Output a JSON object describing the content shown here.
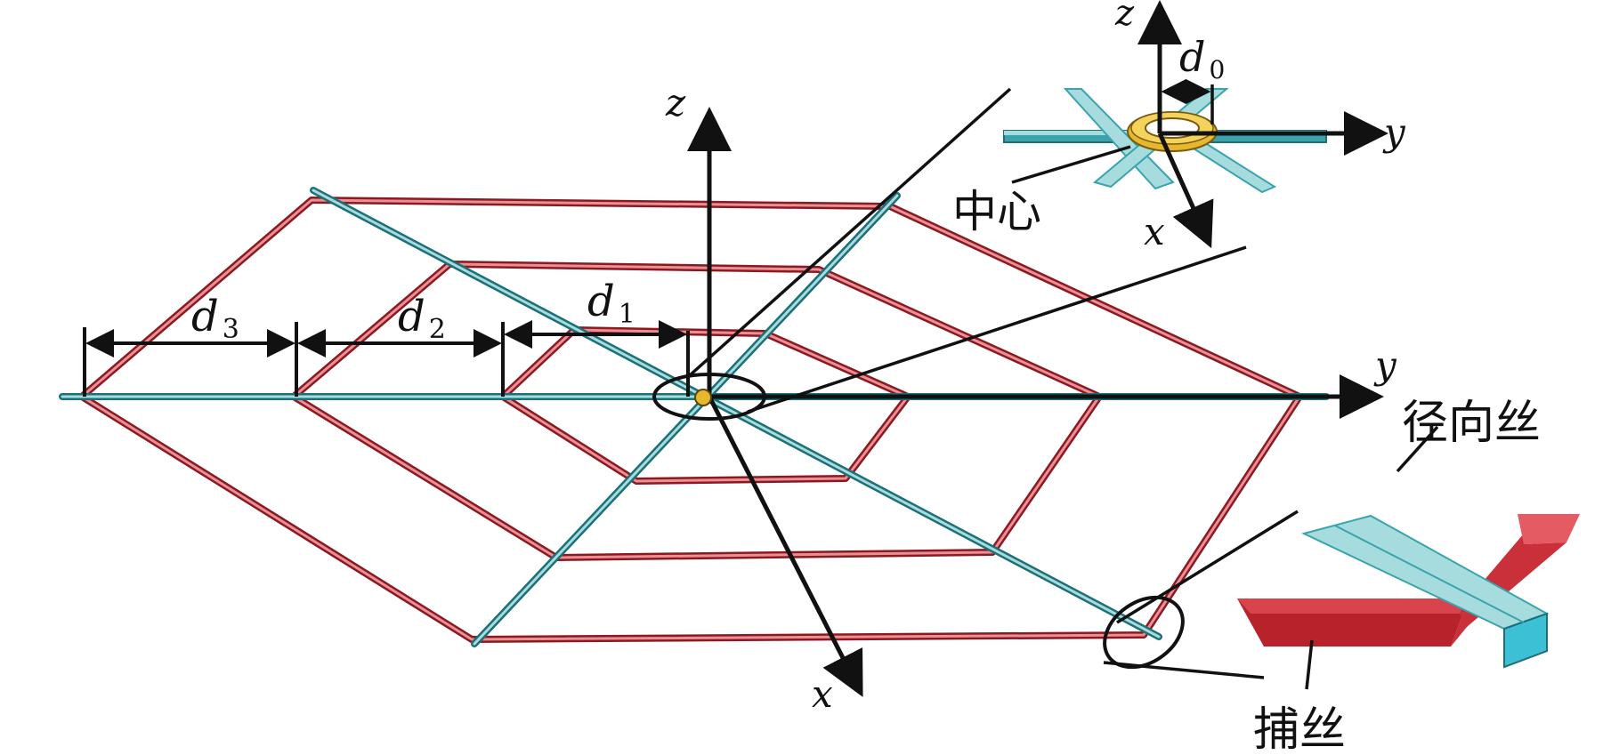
{
  "axes": {
    "main_z": "z",
    "main_y": "y",
    "main_x": "x",
    "inset_z": "z",
    "inset_y": "y",
    "inset_x": "x"
  },
  "dimensions": {
    "d0": {
      "base": "d",
      "sub": "0"
    },
    "d1": {
      "base": "d",
      "sub": "1"
    },
    "d2": {
      "base": "d",
      "sub": "2"
    },
    "d3": {
      "base": "d",
      "sub": "3"
    }
  },
  "labels": {
    "center": "中心",
    "radial_thread": "径向丝",
    "capture_thread": "捕丝"
  },
  "colors": {
    "radial_thread": "#3aa3ad",
    "radial_thread_light": "#a6dcdd",
    "capture_thread": "#c9303a",
    "capture_thread_light": "#ec8f94",
    "hub": "#e6b82e",
    "ink": "#111111"
  }
}
